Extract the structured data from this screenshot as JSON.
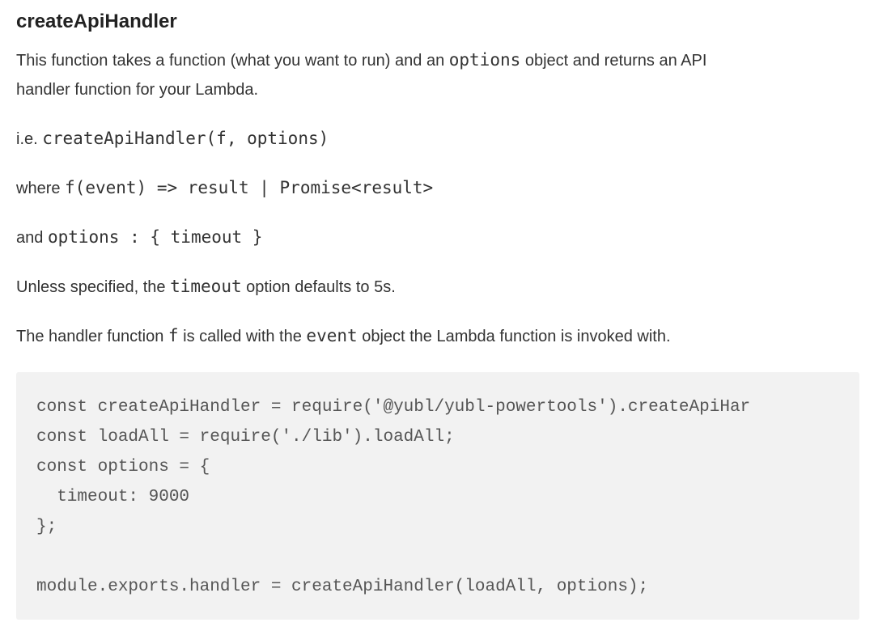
{
  "doc": {
    "heading": "createApiHandler",
    "para1": {
      "before": "This function takes a function (what you want to run) and an ",
      "code": "options",
      "after_line1": " object and returns an API",
      "line2": "handler function for your Lambda."
    },
    "para2": {
      "prefix": "i.e. ",
      "code": "createApiHandler(f, options)"
    },
    "para3": {
      "prefix": "where ",
      "code": "f(event) => result | Promise<result>"
    },
    "para4": {
      "prefix": "and ",
      "code": "options : { timeout }"
    },
    "para5": {
      "before": "Unless specified, the ",
      "code": "timeout",
      "after": " option defaults to 5s."
    },
    "para6": {
      "before": "The handler function ",
      "code1": "f",
      "middle": " is called with the ",
      "code2": "event",
      "after": " object the Lambda function is invoked with."
    },
    "code_lines": [
      "const createApiHandler = require('@yubl/yubl-powertools').createApiHar",
      "const loadAll = require('./lib').loadAll;",
      "const options = {",
      "  timeout: 9000",
      "};",
      "",
      "module.exports.handler = createApiHandler(loadAll, options);"
    ]
  }
}
